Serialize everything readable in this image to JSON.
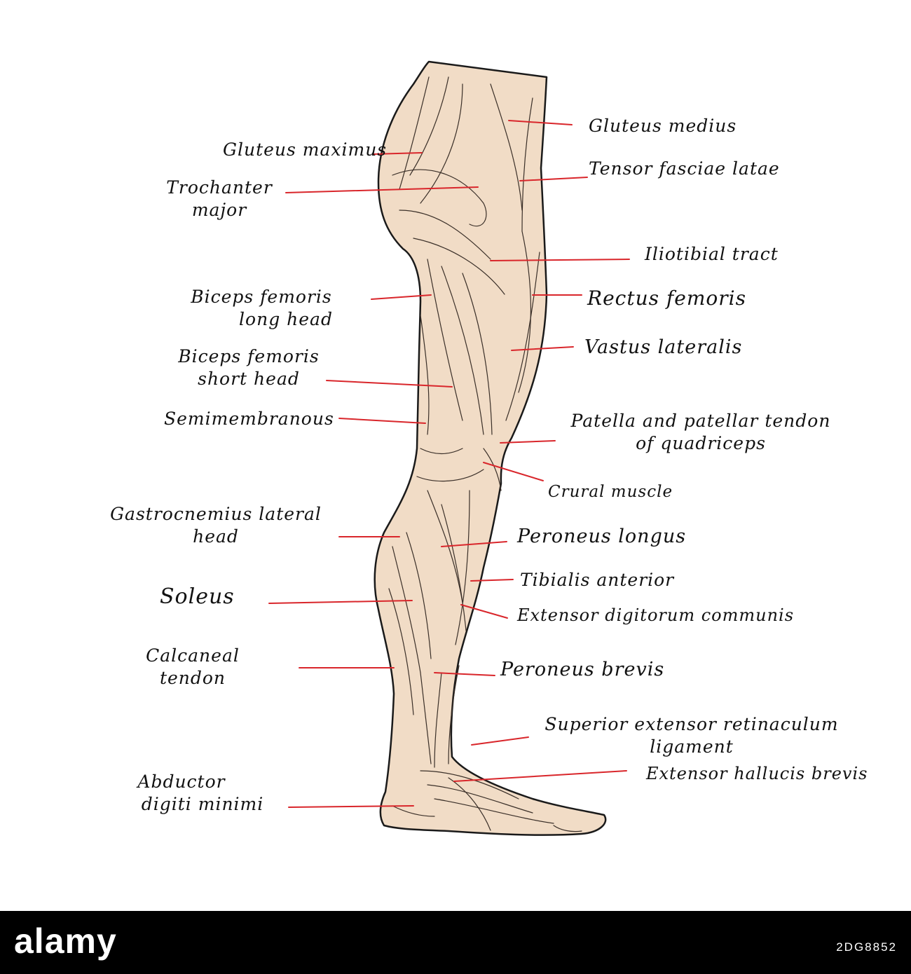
{
  "colors": {
    "skin": "#f1dcc6",
    "outline": "#1a1a1a",
    "leader": "#d9262b",
    "footer_bg": "#000000"
  },
  "labels": {
    "gluteus_maximus": "Gluteus maximus",
    "trochanter_1": "Trochanter",
    "trochanter_2": "major",
    "biceps_long_1": "Biceps femoris",
    "biceps_long_2": "long head",
    "biceps_short_1": "Biceps femoris",
    "biceps_short_2": "short head",
    "semimembranous": "Semimembranous",
    "gastrocnemius_1": "Gastrocnemius lateral",
    "gastrocnemius_2": "head",
    "soleus": "Soleus",
    "calcaneal_1": "Calcaneal",
    "calcaneal_2": "tendon",
    "abductor_1": "Abductor",
    "abductor_2": "digiti minimi",
    "gluteus_medius": "Gluteus medius",
    "tensor": "Tensor fasciae latae",
    "iliotibial": "Iliotibial tract",
    "rectus": "Rectus femoris",
    "vastus": "Vastus lateralis",
    "patella_1": "Patella and patellar tendon",
    "patella_2": "of quadriceps",
    "crural": "Crural muscle",
    "peroneus_longus": "Peroneus longus",
    "tibialis": "Tibialis anterior",
    "extensor_digitorum": "Extensor digitorum communis",
    "peroneus_brevis": "Peroneus brevis",
    "superior_1": "Superior extensor retinaculum",
    "superior_2": "ligament",
    "hallucis": "Extensor hallucis brevis"
  },
  "footer": {
    "brand": "alamy",
    "image_id": "2DG8852"
  }
}
